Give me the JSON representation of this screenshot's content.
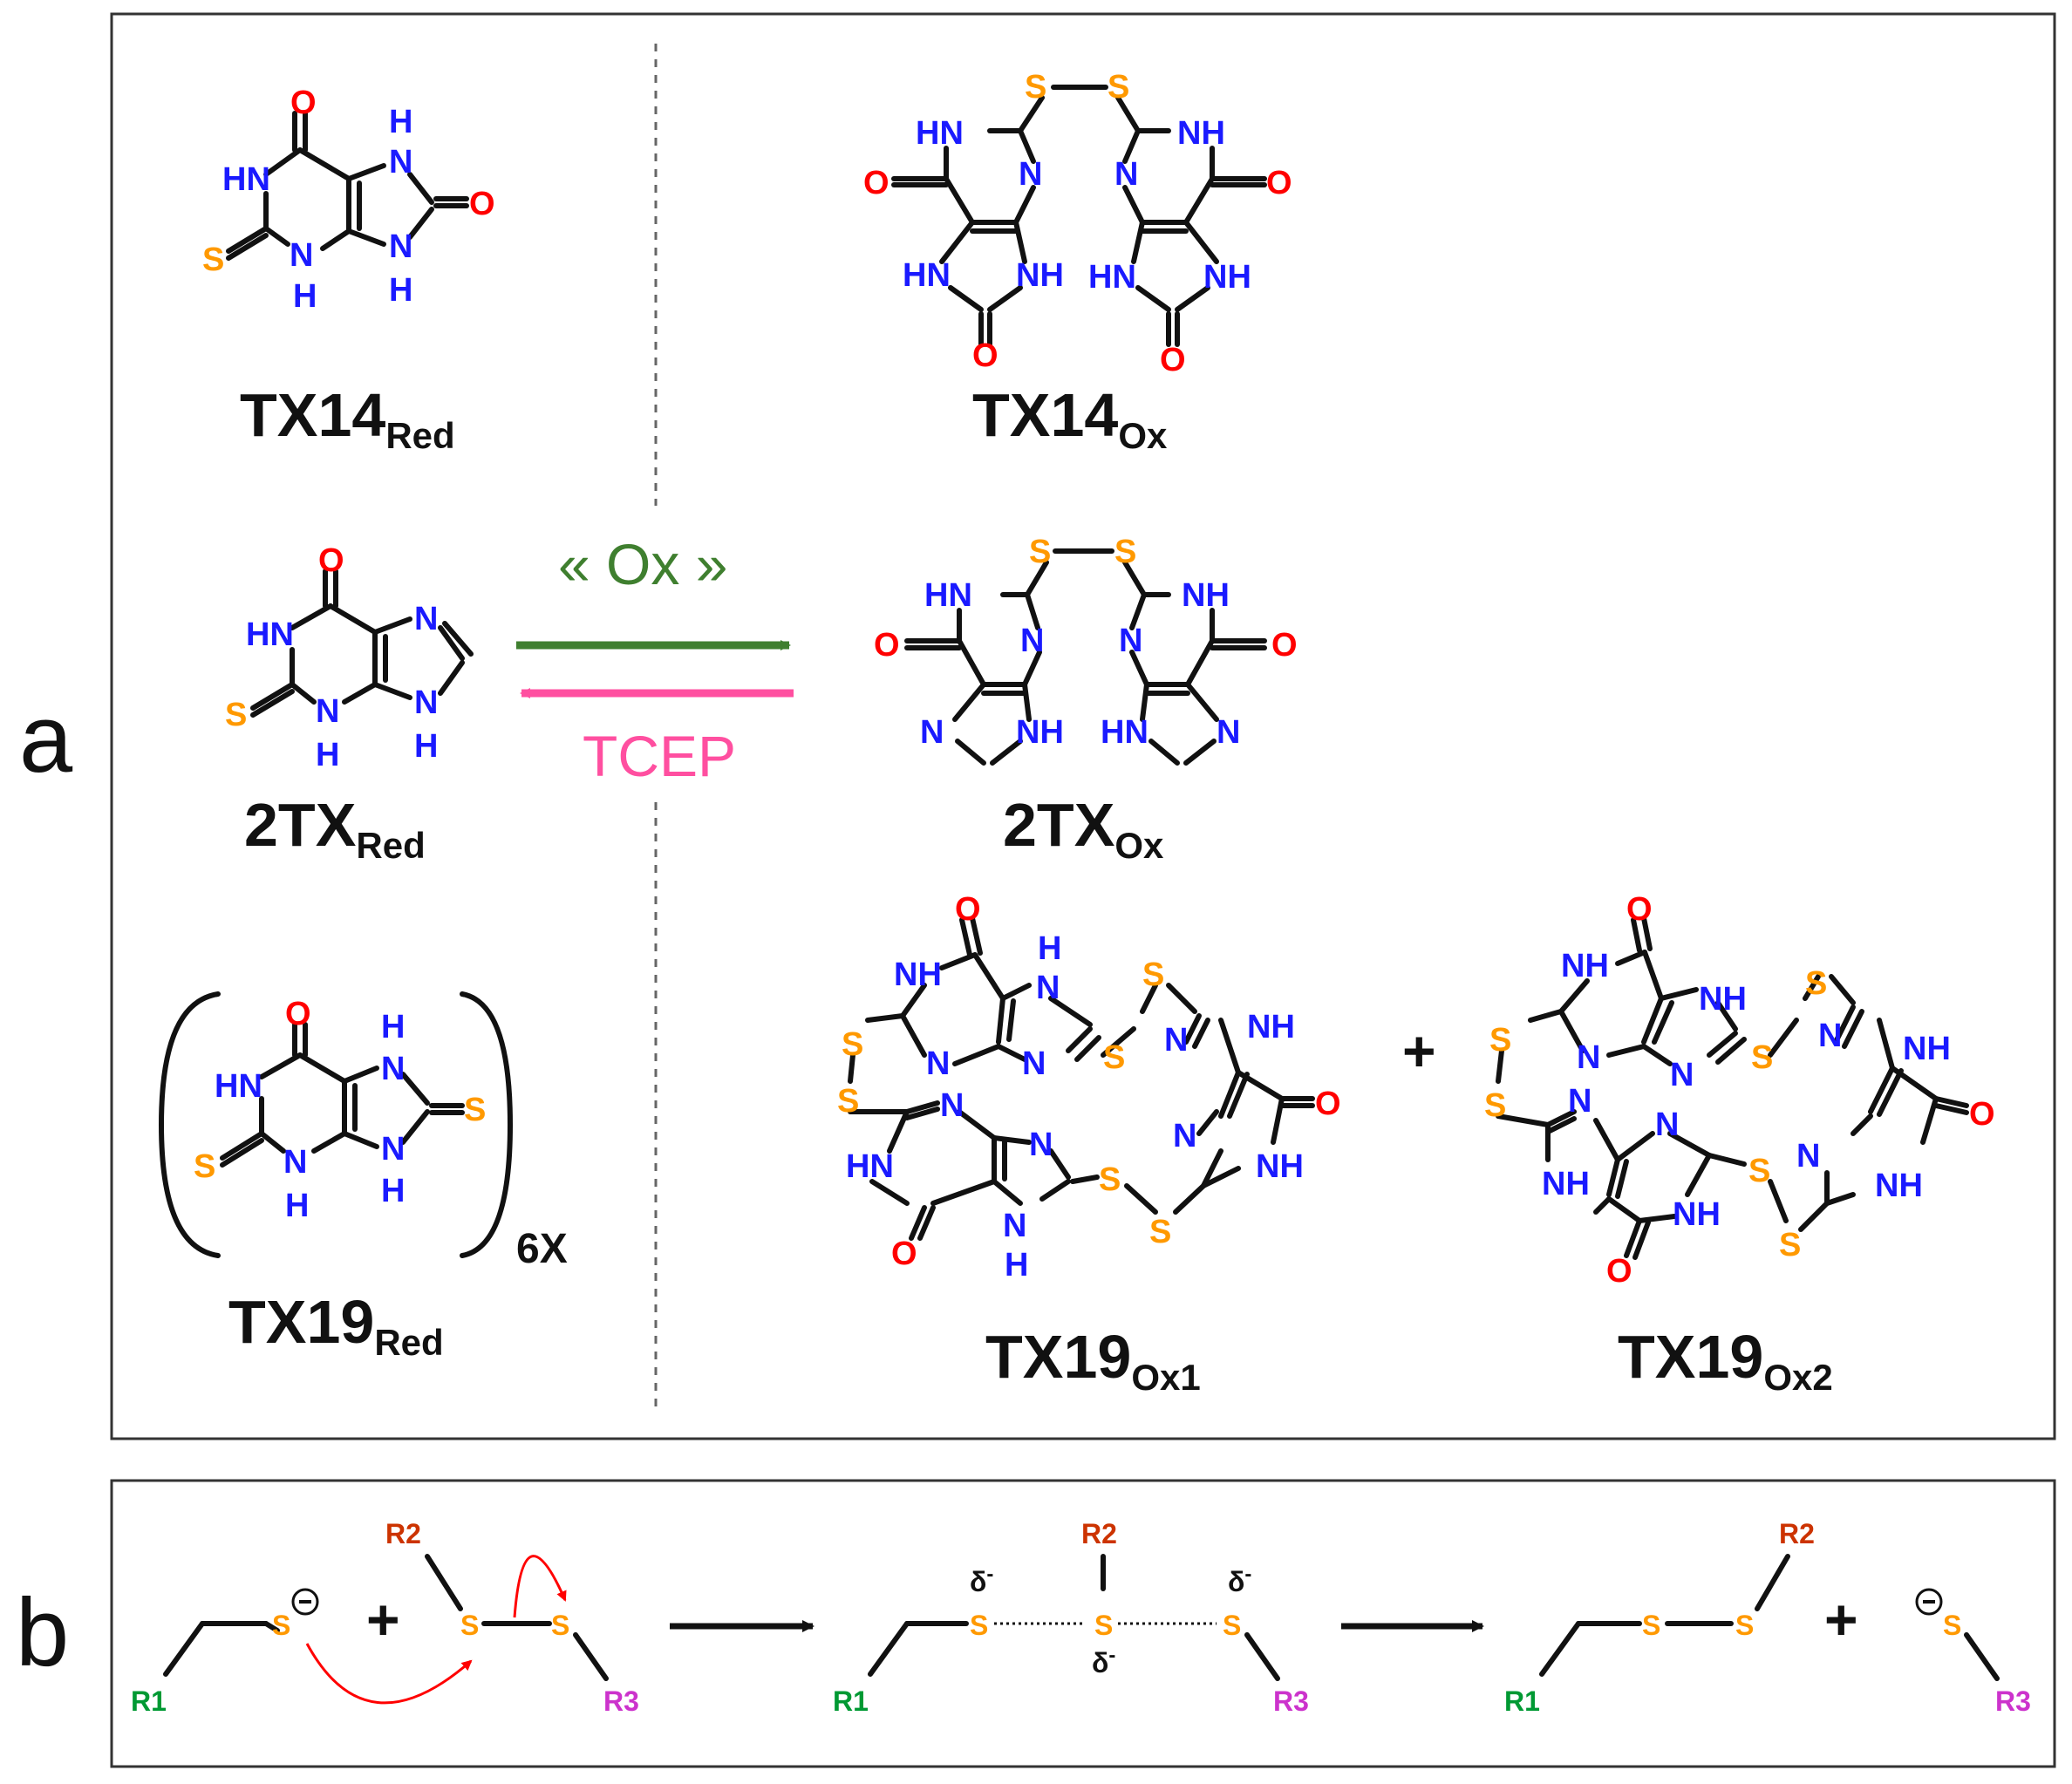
{
  "panel_labels": {
    "a": "a",
    "b": "b"
  },
  "arrows": {
    "forward": "« Ox »",
    "reverse": "TCEP",
    "forward_color": "#3f7f2f",
    "reverse_color": "#ff4fa0"
  },
  "atom_colors": {
    "O": "#ff0000",
    "N": "#1a1aff",
    "S": "#ff9900",
    "R1": "#009933",
    "R2": "#cc3300",
    "R3": "#cc33cc"
  },
  "compounds": {
    "tx14_red": {
      "name": "TX14",
      "sub": "Red"
    },
    "tx14_ox": {
      "name": "TX14",
      "sub": "Ox"
    },
    "tx2_red": {
      "name": "2TX",
      "sub": "Red"
    },
    "tx2_ox": {
      "name": "2TX",
      "sub": "Ox"
    },
    "tx19_red": {
      "name": "TX19",
      "sub": "Red",
      "multiplier": "6X"
    },
    "tx19_ox1": {
      "name": "TX19",
      "sub": "Ox1"
    },
    "tx19_ox2": {
      "name": "TX19",
      "sub": "Ox2"
    }
  },
  "plus_sign": "+",
  "atoms": {
    "O": "O",
    "N": "N",
    "S": "S",
    "H": "H",
    "HN": "HN",
    "NH": "NH"
  },
  "mechanism": {
    "r1": "R1",
    "r2": "R2",
    "r3": "R3",
    "sulfur": "S",
    "delta": "δ",
    "minus": "-",
    "plus": "+"
  }
}
